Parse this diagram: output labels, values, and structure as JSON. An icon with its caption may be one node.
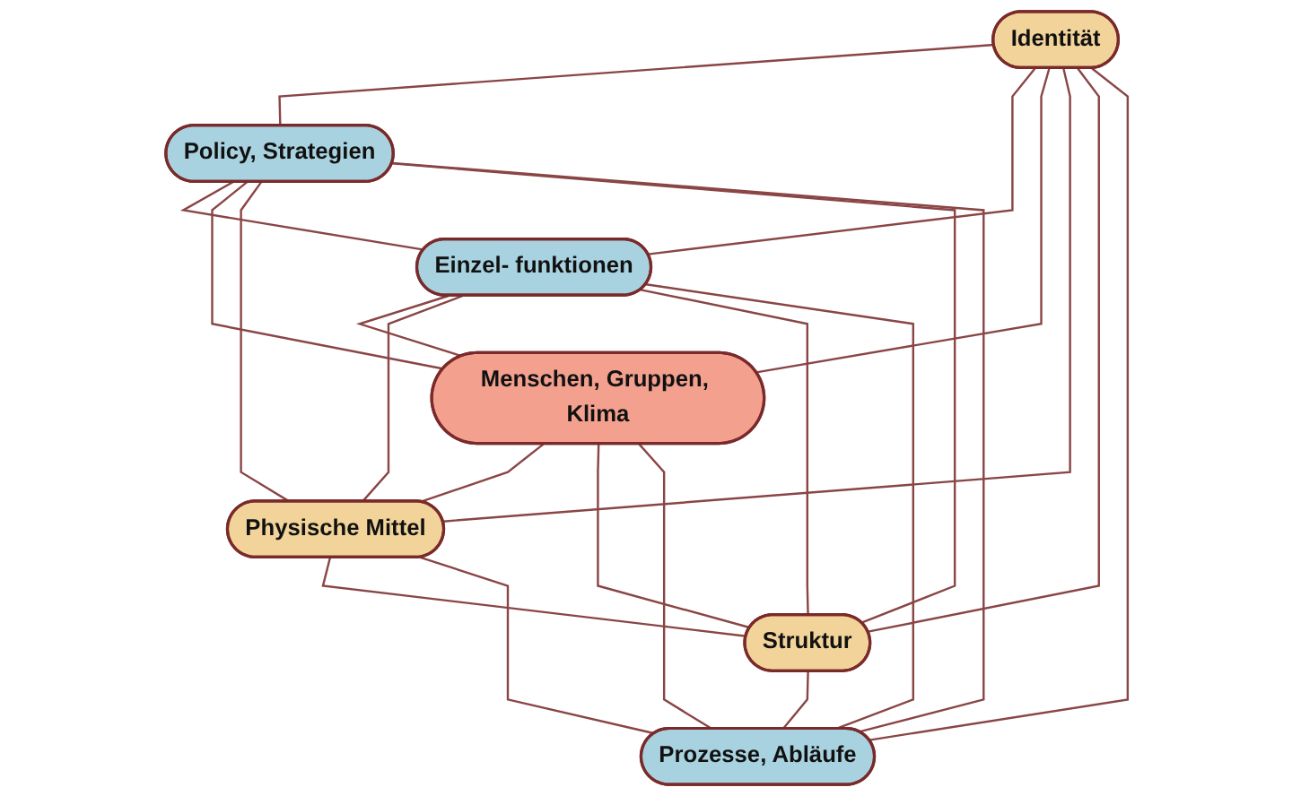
{
  "diagram": {
    "nodes": [
      {
        "text": [
          "Identität"
        ]
      },
      {
        "text": [
          "Policy, Strategien"
        ]
      },
      {
        "text": [
          "Einzel- funktionen"
        ]
      },
      {
        "text": [
          "Menschen, Gruppen, Klima"
        ]
      },
      {
        "text": [
          "Physische Mittel"
        ]
      },
      {
        "text": [
          "Struktur"
        ]
      },
      {
        "text": [
          "Prozesse, Abläufe"
        ]
      }
    ],
    "edges": [
      {
        "from": 0,
        "to": 1,
        "arrow": "none"
      },
      {
        "from": 0,
        "to": 2,
        "arrow": "none"
      },
      {
        "from": 0,
        "to": 3,
        "arrow": "none"
      },
      {
        "from": 0,
        "to": 4,
        "arrow": "none"
      },
      {
        "from": 0,
        "to": 5,
        "arrow": "none"
      },
      {
        "from": 0,
        "to": 6,
        "arrow": "none"
      },
      {
        "from": 1,
        "to": 2,
        "arrow": "none"
      },
      {
        "from": 1,
        "to": 3,
        "arrow": "none"
      },
      {
        "from": 1,
        "to": 4,
        "arrow": "none"
      },
      {
        "from": 1,
        "to": 5,
        "arrow": "none"
      },
      {
        "from": 1,
        "to": 6,
        "arrow": "none"
      },
      {
        "from": 2,
        "to": 3,
        "arrow": "none"
      },
      {
        "from": 2,
        "to": 4,
        "arrow": "none"
      },
      {
        "from": 2,
        "to": 5,
        "arrow": "none"
      },
      {
        "from": 2,
        "to": 6,
        "arrow": "none"
      },
      {
        "from": 3,
        "to": 4,
        "arrow": "none"
      },
      {
        "from": 3,
        "to": 5,
        "arrow": "none"
      },
      {
        "from": 3,
        "to": 6,
        "arrow": "none"
      },
      {
        "from": 4,
        "to": 5,
        "arrow": "none"
      },
      {
        "from": 4,
        "to": 6,
        "arrow": "none"
      },
      {
        "from": 5,
        "to": 6,
        "arrow": "none"
      }
    ]
  }
}
